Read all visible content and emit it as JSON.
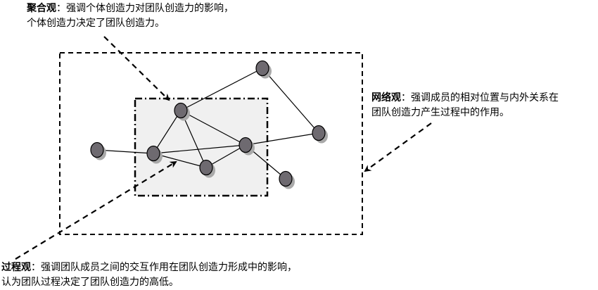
{
  "aggregation": {
    "title": "聚合观",
    "line1": "：强调个体创造力对团队创造力的影响，",
    "line2": "个体创造力决定了团队创造力。"
  },
  "network": {
    "title": "网络观",
    "line1": "：强调成员的相对位置与内外关系在",
    "line2": "团队创造力产生过程中的作用。"
  },
  "process": {
    "title": "过程观",
    "line1": "：强调团队成员之间的交互作用在团队创造力形成中的影响，",
    "line2": "认为团队过程决定了团队创造力的高低。"
  },
  "colors": {
    "node": "#6e6a70",
    "shadow": "#a9a9a9",
    "inner_fill": "#f0f0f0"
  }
}
